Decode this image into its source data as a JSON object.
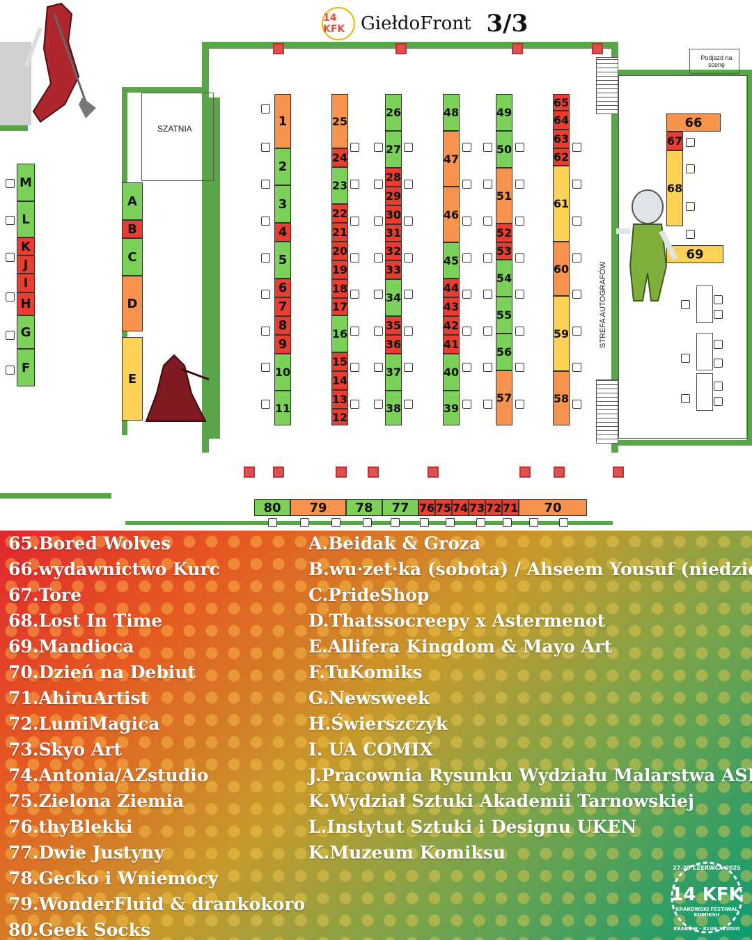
{
  "header": {
    "title": "GiełdoFront",
    "page": "3/3",
    "logo_text": "14 KFK"
  },
  "map": {
    "labels": {
      "cloakroom": "SZATNIA",
      "autograph": "STREFA AUTOGRAFÓW",
      "stage": "Podjazd na scenę"
    },
    "stands": [
      "1",
      "2",
      "3",
      "4",
      "5",
      "6",
      "7",
      "8",
      "9",
      "10",
      "11",
      "12",
      "13",
      "14",
      "15",
      "16",
      "17",
      "18",
      "19",
      "20",
      "21",
      "22",
      "23",
      "24",
      "25",
      "26",
      "27",
      "28",
      "29",
      "30",
      "31",
      "32",
      "33",
      "34",
      "35",
      "36",
      "37",
      "38",
      "39",
      "40",
      "41",
      "42",
      "43",
      "44",
      "45",
      "46",
      "47",
      "48",
      "49",
      "50",
      "51",
      "52",
      "53",
      "54",
      "55",
      "56",
      "57",
      "58",
      "59",
      "60",
      "61",
      "62",
      "63",
      "64",
      "65",
      "66",
      "67",
      "68",
      "69",
      "70",
      "71",
      "72",
      "73",
      "74",
      "75",
      "76",
      "77",
      "78",
      "79",
      "80",
      "A",
      "B",
      "C",
      "D",
      "E",
      "F",
      "G",
      "H",
      "I",
      "J",
      "K",
      "L",
      "M"
    ],
    "colors": {
      "green": "#7cd15a",
      "orange": "#f7934c",
      "red": "#e83d2f",
      "yellow": "#fcd256"
    }
  },
  "legend": {
    "left": [
      "65.Bored Wolves",
      "66.wydawnictwo Kurc",
      "67.Tore",
      "68.Lost In Time",
      "69.Mandioca",
      "70.Dzień na Debiut",
      "71.AhiruArtist",
      "72.LumiMagica",
      "73.Skyo Art",
      "74.Antonia/AZstudio",
      "75.Zielona Ziemia",
      "76.thyBlekki",
      "77.Dwie Justyny",
      "78.Gecko i Wniemocy",
      "79.WonderFluid & drankokoro",
      "80.Geek Socks"
    ],
    "right": [
      "A.Beidak & Groza",
      "B.wu·zet·ka (sobota) / Ahseem Yousuf (niedziela)",
      "C.PrideShop",
      "D.Thatssocreepy x Astermenot",
      "E.Allifera Kingdom & Mayo Art",
      "F.TuKomiks",
      "G.Newsweek",
      "H.Świerszczyk",
      "I. UA COMIX",
      "J.Pracownia Rysunku Wydziału Malarstwa ASP",
      "K.Wydział Sztuki Akademii Tarnowskiej",
      "L.Instytut Sztuki i Designu UKEN",
      "K.Muzeum Komiksu"
    ]
  },
  "badge": {
    "line1": "27-29 CZERWCA 2025",
    "line2": "14 KFK",
    "line3": "KRAKOWSKI FESTIWAL KOMIKSU",
    "line4": "KRAKÓW · KLUB STUDIO"
  }
}
